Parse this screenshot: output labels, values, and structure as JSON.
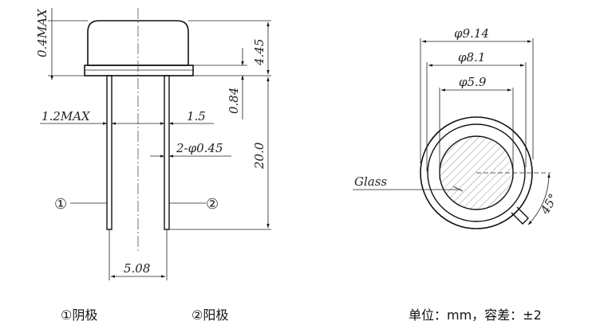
{
  "side_view": {
    "dim_cap_height": "0.4MAX",
    "dim_total_height": "4.45",
    "dim_flange": "0.84",
    "dim_lead_length": "20.0",
    "dim_lead_offset": "1.2MAX",
    "dim_right_offset": "1.5",
    "dim_lead_dia": "2-φ0.45",
    "dim_lead_spacing": "5.08",
    "pin1_marker": "①",
    "pin2_marker": "②"
  },
  "top_view": {
    "dim_outer": "φ9.14",
    "dim_mid": "φ8.1",
    "dim_inner": "φ5.9",
    "glass_label": "Glass",
    "tab_angle": "45°"
  },
  "captions": {
    "pin1": "①阴极",
    "pin2": "②阳极",
    "units": "单位：mm，容差：±2"
  }
}
